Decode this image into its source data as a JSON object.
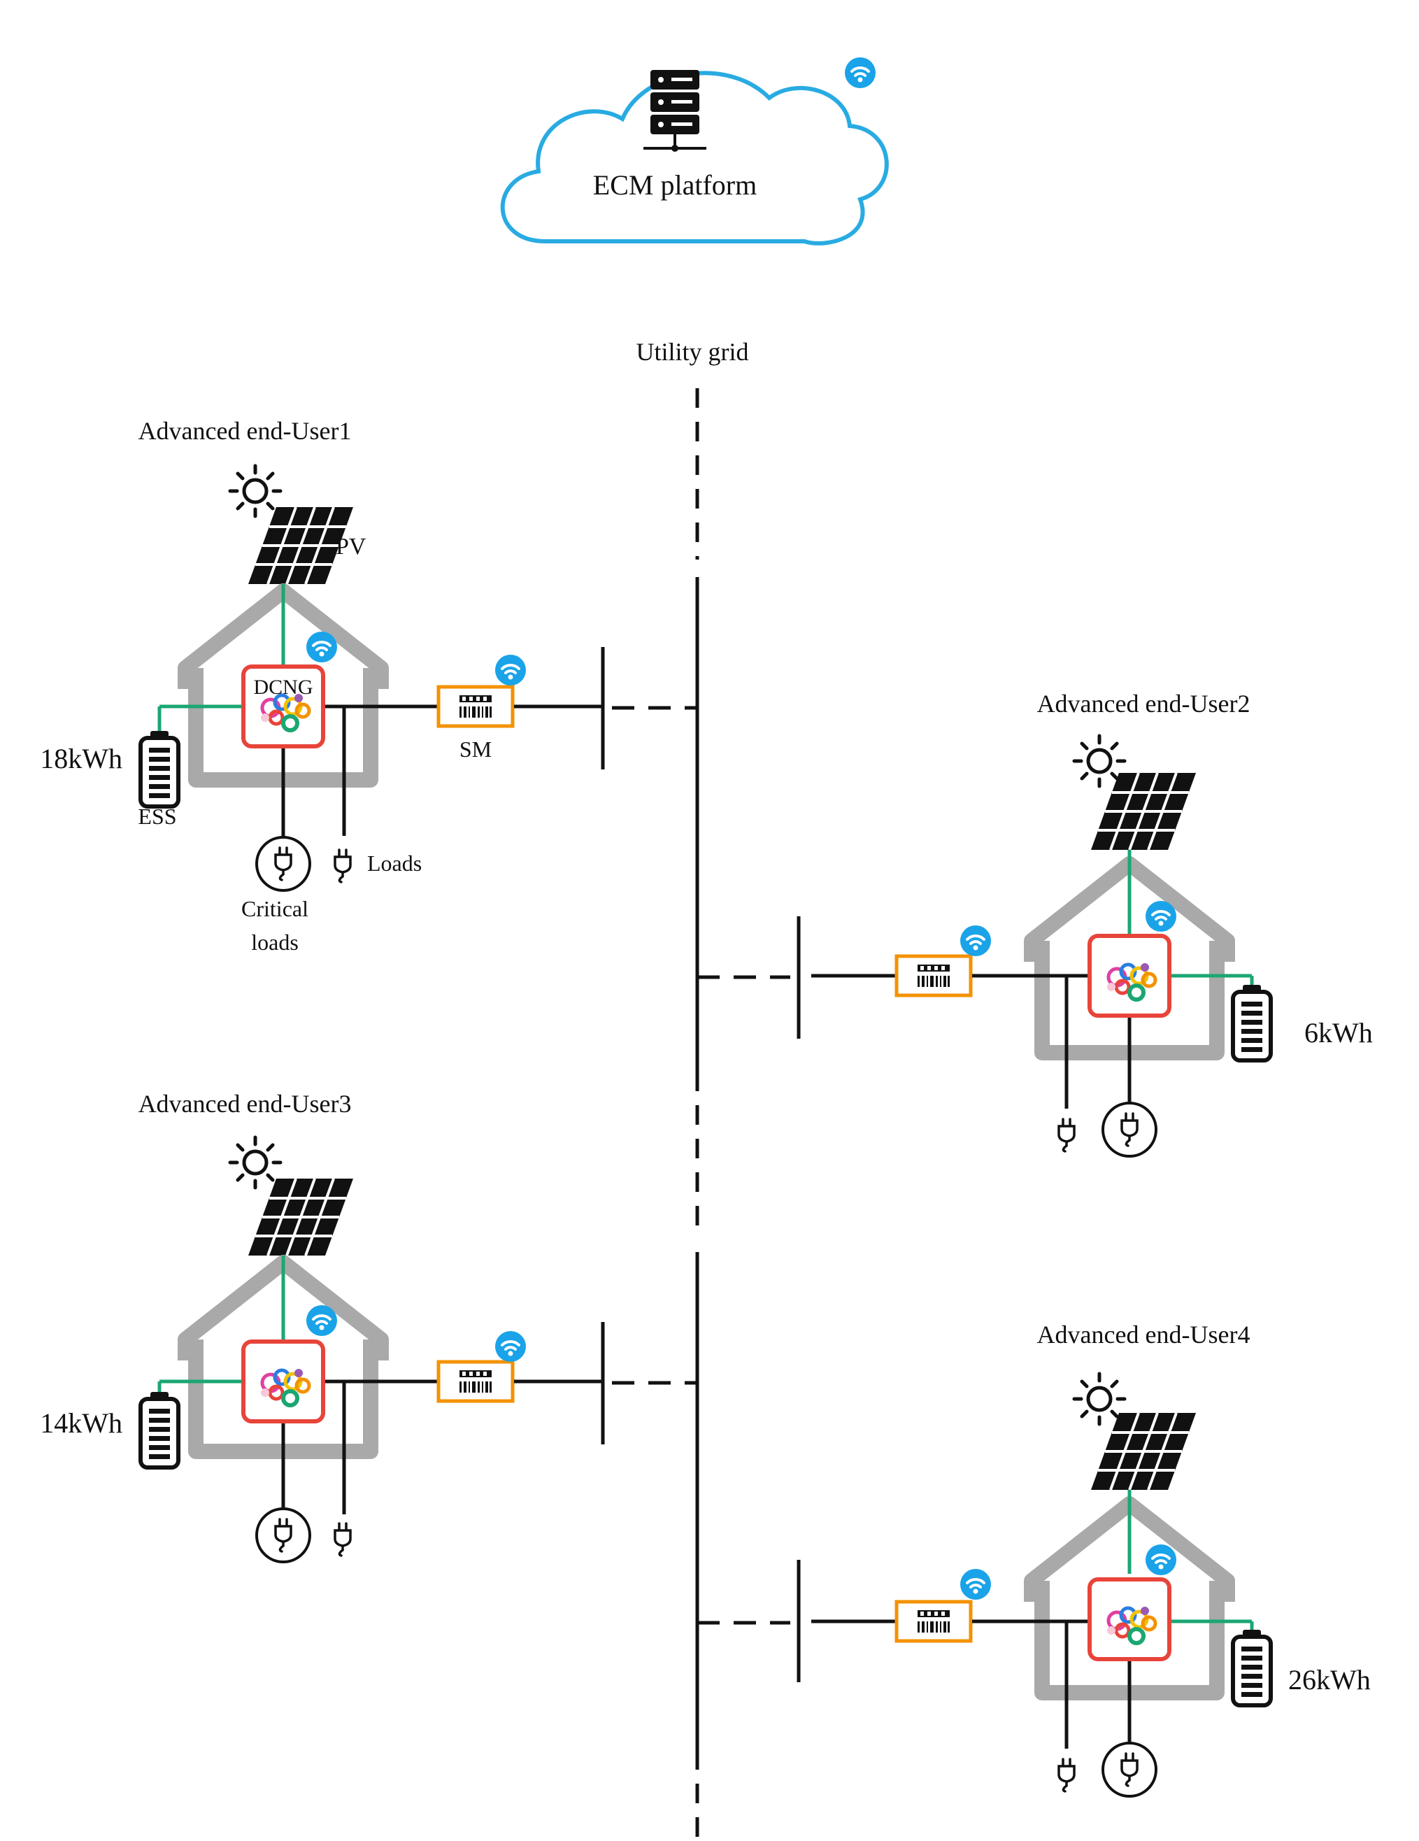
{
  "cloud": {
    "label": "ECM platform",
    "icons": [
      "server-icon",
      "wifi-icon"
    ]
  },
  "grid": {
    "label": "Utility grid"
  },
  "users": [
    {
      "title": "Advanced end-User1",
      "battery": "18kWh",
      "ess_label": "ESS",
      "pv_label": "PV",
      "controller_label": "DCNG",
      "meter_label": "SM",
      "loads_label": "Loads",
      "critical_loads_label_line1": "Critical",
      "critical_loads_label_line2": "loads"
    },
    {
      "title": "Advanced end-User2",
      "battery": "6kWh"
    },
    {
      "title": "Advanced end-User3",
      "battery": "14kWh"
    },
    {
      "title": "Advanced end-User4",
      "battery": "26kWh"
    }
  ],
  "colors": {
    "cloud_outline": "#29ABE2",
    "wifi_badge": "#1AA3E8",
    "house": "#A9A9A9",
    "controller": "#E8443A",
    "meter": "#F39200",
    "dc_line": "#1BA672",
    "line": "#111111"
  }
}
